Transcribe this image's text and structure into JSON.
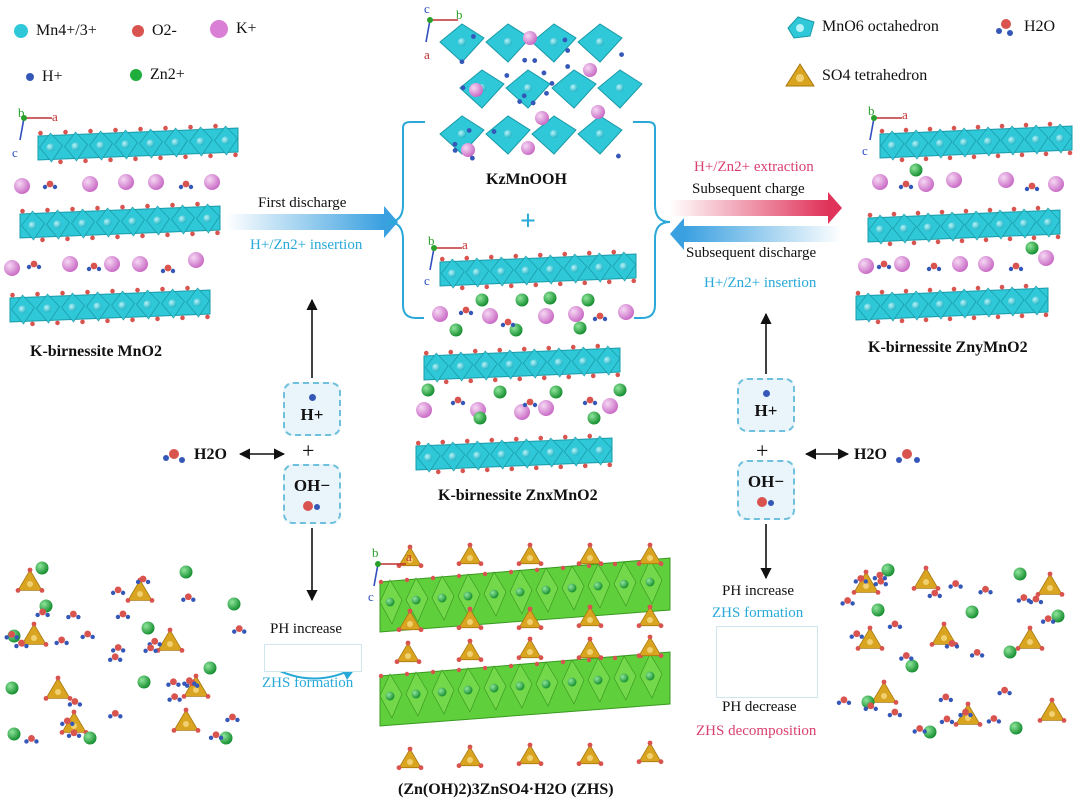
{
  "legend": {
    "mn": "Mn4+/3+",
    "o": "O2-",
    "k": "K+",
    "h": "H+",
    "zn": "Zn2+",
    "mno6": "MnO6 octahedron",
    "so4": "SO4 tetrahedron",
    "h2o": "H2O"
  },
  "structures": {
    "k_birnessite": "K-birnessite MnO2",
    "kz_mnooh": "KzMnOOH",
    "k_birnessite_znx": "K-birnessite ZnxMnO2",
    "k_birnessite_zny": "K-birnessite ZnyMnO2",
    "zhs": "(Zn(OH)2)3ZnSO4·H2O  (ZHS)"
  },
  "process": {
    "first_discharge": "First discharge",
    "insertion_left": "H+/Zn2+ insertion",
    "extraction": "H+/Zn2+ extraction",
    "subsequent_charge": "Subsequent charge",
    "subsequent_discharge": "Subsequent discharge",
    "insertion_right": "H+/Zn2+ insertion",
    "plus_center": "+",
    "ph_increase_left": "PH increase",
    "zhs_formation_left": "ZHS formation",
    "ph_increase_right": "PH increase",
    "zhs_formation_right": "ZHS formation",
    "ph_decrease": "PH decrease",
    "zhs_decomposition": "ZHS decomposition"
  },
  "ions": {
    "h_plus": "H+",
    "oh_minus": "OH−",
    "plus": "+",
    "water_left": "H2O",
    "water_right": "H2O"
  },
  "axes": {
    "a": "a",
    "b": "b",
    "c": "c"
  },
  "colors": {
    "octahedron": "#2ec8d8",
    "potassium": "#d97fd6",
    "zinc": "#1fae3c",
    "proton": "#3558b8",
    "oxygen": "#d9534f",
    "tetrahedron": "#d9a520",
    "zhs_layer": "#5fcf3c",
    "cyan_text": "#29a9d8",
    "pink_text": "#d9406f"
  }
}
